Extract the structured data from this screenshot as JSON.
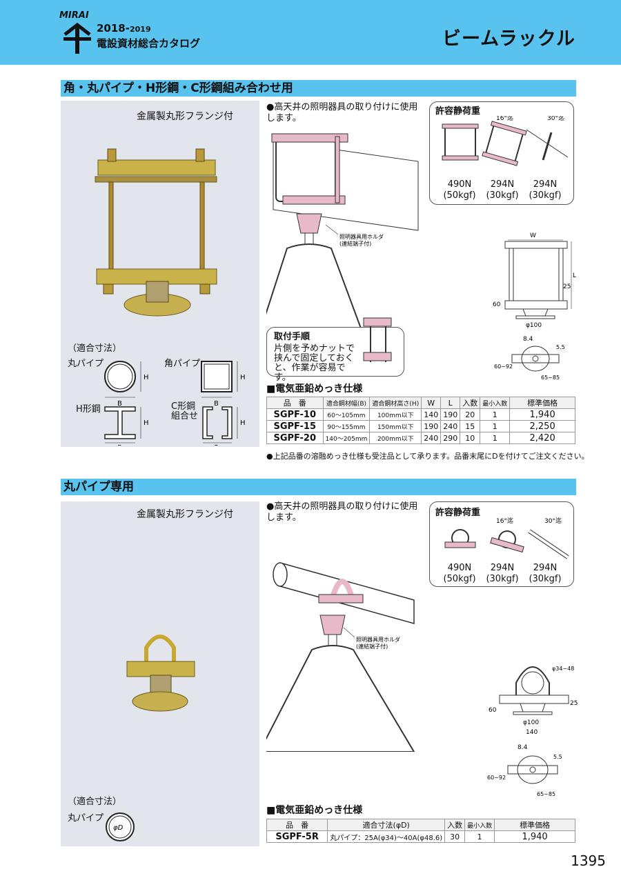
{
  "header": {
    "brand": "MIRAI",
    "year_main": "2018-",
    "year_sub": "2019",
    "catalog_name": "電設資材総合カタログ",
    "page_title": "ビームラックル"
  },
  "section1": {
    "bar_title": "角・丸パイプ・H形鋼・C形鋼組み合わせ用",
    "photo_caption": "金属製丸形フランジ付",
    "fit_title": "（適合寸法）",
    "fit_items": [
      "丸パイプ",
      "角パイプ",
      "H形鋼",
      "C形鋼",
      "組合せ"
    ],
    "dim_labels": [
      "H",
      "B"
    ],
    "usage": "●高天井の照明器具の取り付けに使用します。",
    "holder_label": "照明器具用ホルダ",
    "holder_sub": "(連結端子付)",
    "load_title": "許容静荷重",
    "loads": [
      {
        "n": "490N",
        "kgf": "(50kgf)"
      },
      {
        "n": "294N",
        "kgf": "(30kgf)"
      },
      {
        "n": "294N",
        "kgf": "(30kgf)"
      }
    ],
    "angle1": "16°迄",
    "angle2": "30°迄",
    "procedure_title": "取付手順",
    "procedure_text": "片側を予めナットで挟んで固定しておくと、作業が容易です。",
    "dims": {
      "w": "W",
      "l": "L",
      "d25": "25",
      "d60": "60",
      "phi100": "φ100",
      "d84": "8.4",
      "d55": "5.5",
      "d6092": "60~92",
      "d6585": "65~85"
    },
    "spec_title": "■電気亜鉛めっき仕様",
    "table_headers": [
      "品　番",
      "適合鋼材幅(B)",
      "適合鋼材高さ(H)",
      "W",
      "L",
      "入数",
      "最小入数",
      "標準価格"
    ],
    "rows": [
      [
        "SGPF-10",
        "60～105mm",
        "100mm以下",
        "140",
        "190",
        "20",
        "1",
        "1,940"
      ],
      [
        "SGPF-15",
        "90～155mm",
        "150mm以下",
        "190",
        "240",
        "15",
        "1",
        "2,250"
      ],
      [
        "SGPF-20",
        "140～205mm",
        "200mm以下",
        "240",
        "290",
        "10",
        "1",
        "2,420"
      ]
    ],
    "note": "●上記品番の溶融めっき仕様も受注品として承ります。品番末尾にDを付けてご注文ください。"
  },
  "section2": {
    "bar_title": "丸パイプ専用",
    "photo_caption": "金属製丸形フランジ付",
    "fit_title": "（適合寸法）",
    "fit_item": "丸パイプ",
    "fit_dim": "φD",
    "usage": "●高天井の照明器具の取り付けに使用します。",
    "holder_label": "照明器具用ホルダ",
    "holder_sub": "(連結端子付)",
    "load_title": "許容静荷重",
    "loads": [
      {
        "n": "490N",
        "kgf": "(50kgf)"
      },
      {
        "n": "294N",
        "kgf": "(30kgf)"
      },
      {
        "n": "294N",
        "kgf": "(30kgf)"
      }
    ],
    "angle1": "16°迄",
    "angle2": "30°迄",
    "dims": {
      "phi": "φ34~48",
      "d25": "25",
      "d60": "60",
      "phi100": "φ100",
      "d140": "140",
      "d84": "8.4",
      "d55": "5.5",
      "d6092": "60~92",
      "d6585": "65~85"
    },
    "spec_title": "■電気亜鉛めっき仕様",
    "table_headers": [
      "品　番",
      "適合寸法(φD)",
      "入数",
      "最小入数",
      "標準価格"
    ],
    "rows": [
      [
        "SGPF-5R",
        "丸パイプ：25A(φ34)～40A(φ48.6)",
        "30",
        "1",
        "1,940"
      ]
    ]
  },
  "page_number": "1395",
  "colors": {
    "accent": "#58c3ee",
    "panel": "#e2e5ec",
    "pink": "#e8b9c9"
  }
}
